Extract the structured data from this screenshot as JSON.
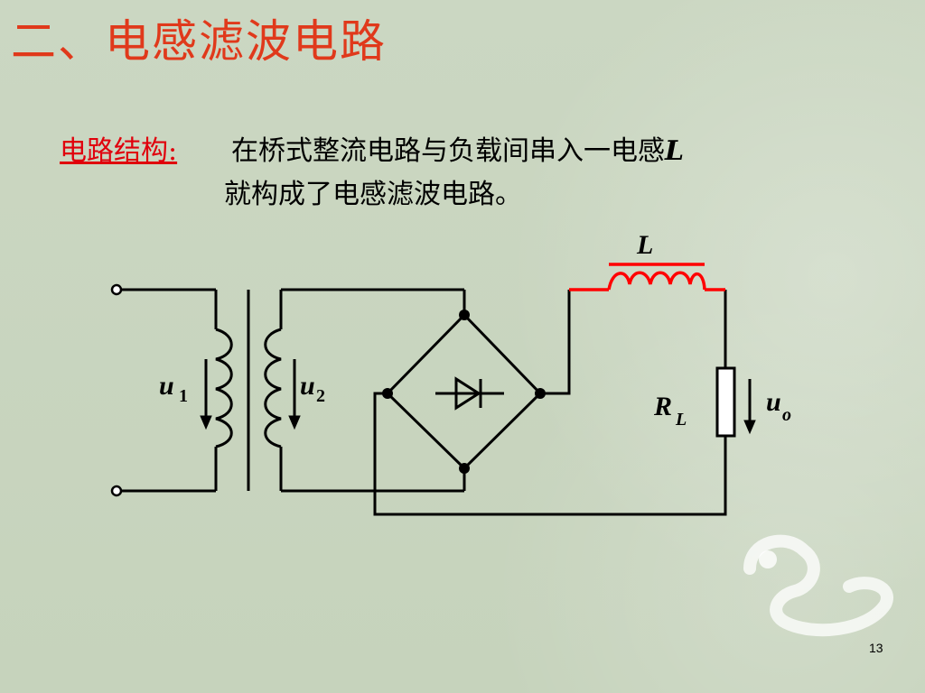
{
  "slide": {
    "title": "二、电感滤波电路",
    "structure_label": "电路结构:",
    "description_line1": "在桥式整流电路与负载间串入一电感",
    "description_var": "L",
    "description_line2": "就构成了电感滤波电路。",
    "page_number": "13"
  },
  "diagram": {
    "labels": {
      "inductor": "L",
      "u1": "u",
      "u1_sub": "1",
      "u2": "u",
      "u2_sub": "2",
      "load": "R",
      "load_sub": "L",
      "output": "u",
      "output_sub": "o"
    },
    "colors": {
      "inductor_highlight": "#ff0000",
      "wire": "#000000",
      "title": "#e0391b",
      "label_red": "#e0000c"
    }
  }
}
